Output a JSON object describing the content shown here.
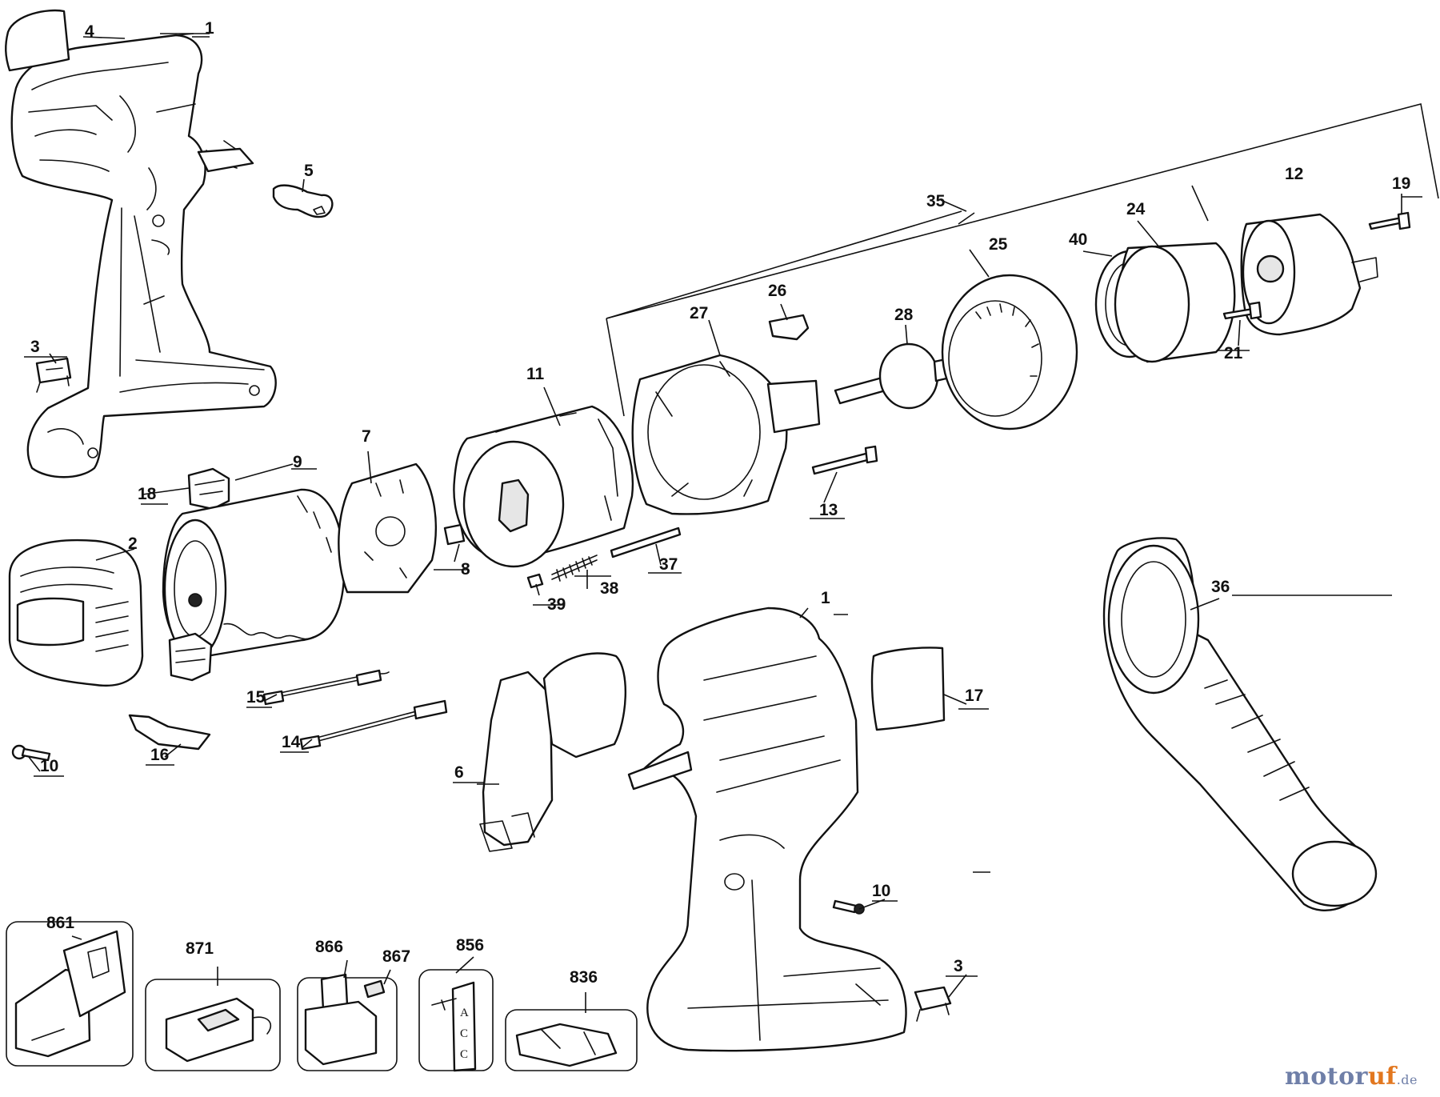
{
  "callouts": {
    "c1_top": "1",
    "c4": "4",
    "c5": "5",
    "c3_left": "3",
    "c18": "18",
    "c9": "9",
    "c7": "7",
    "c2": "2",
    "c8": "8",
    "c11": "11",
    "c39": "39",
    "c38": "38",
    "c37": "37",
    "c13": "13",
    "c27": "27",
    "c26": "26",
    "c28": "28",
    "c25": "25",
    "c40": "40",
    "c24": "24",
    "c12": "12",
    "c19": "19",
    "c21": "21",
    "c35": "35",
    "c36": "36",
    "c1_bottom": "1",
    "c17": "17",
    "c15": "15",
    "c14": "14",
    "c10_left": "10",
    "c16": "16",
    "c6": "6",
    "c10_right": "10",
    "c3_right": "3",
    "c861": "861",
    "c871": "871",
    "c866": "866",
    "c867": "867",
    "c856": "856",
    "c836": "836"
  },
  "accessory_label": [
    "A",
    "C",
    "C"
  ],
  "watermark": {
    "brand": "motor",
    "accent": "uf",
    "tld": ".de"
  },
  "colors": {
    "line": "#111111",
    "fill": "#ffffff",
    "brand_blue": "#6f7fa8",
    "brand_orange": "#e2771f"
  }
}
